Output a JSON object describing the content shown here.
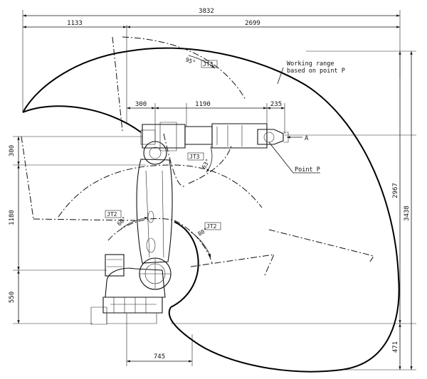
{
  "dimensions": {
    "top_total": "3832",
    "top_left": "1133",
    "top_right": "2699",
    "arm_300": "300",
    "arm_1190": "1190",
    "arm_235": "235",
    "left_300": "300",
    "left_1180": "1180",
    "left_550": "550",
    "right_2967": "2967",
    "right_3438": "3438",
    "right_471": "471",
    "bottom_745": "745"
  },
  "angles": {
    "jt3_top": "95°",
    "jt3_down": "63°",
    "jt2_left": "60°",
    "jt2_right": "80°"
  },
  "tags": {
    "jt3_top": "JT3",
    "jt3_mid": "JT3",
    "jt2_left": "JT2",
    "jt2_right": "JT2"
  },
  "notes": {
    "working_range_line1": "Working range",
    "working_range_line2": "based on point P",
    "point_p": "Point P",
    "view_a": "A"
  }
}
